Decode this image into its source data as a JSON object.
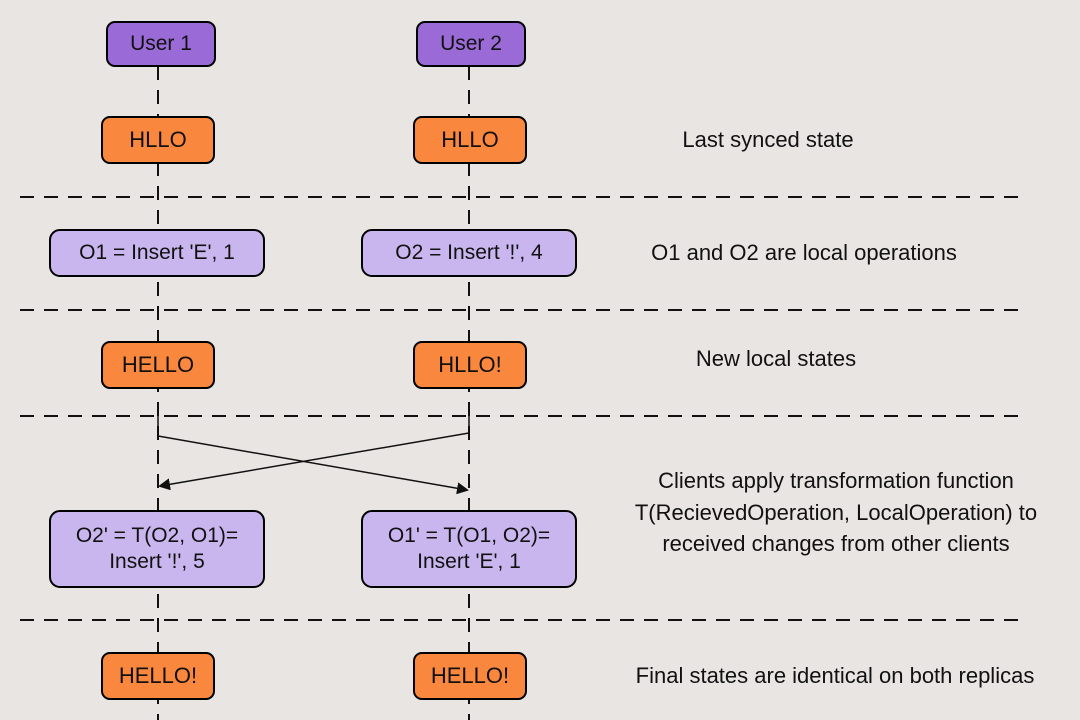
{
  "participants": [
    {
      "name": "User 1"
    },
    {
      "name": "User 2"
    }
  ],
  "stages": [
    {
      "user1": "HLLO",
      "user2": "HLLO",
      "description": "Last synced state"
    },
    {
      "user1": "O1 = Insert 'E', 1",
      "user2": "O2 = Insert '!', 4",
      "description": "O1 and O2 are local operations"
    },
    {
      "user1": "HELLO",
      "user2": "HLLO!",
      "description": "New local states"
    },
    {
      "user1": "O2' = T(O2, O1)=\nInsert '!', 5",
      "user2": "O1' = T(O1, O2)=\nInsert 'E', 1",
      "description": "Clients apply transformation function T(RecievedOperation, LocalOperation) to received changes from other clients"
    },
    {
      "user1": "HELLO!",
      "user2": "HELLO!",
      "description": "Final states are identical on both replicas"
    }
  ],
  "colors": {
    "participant": "#9a6ad6",
    "state": "#f9883e",
    "operation": "#c9b6ef",
    "background": "#e8e5e3"
  }
}
